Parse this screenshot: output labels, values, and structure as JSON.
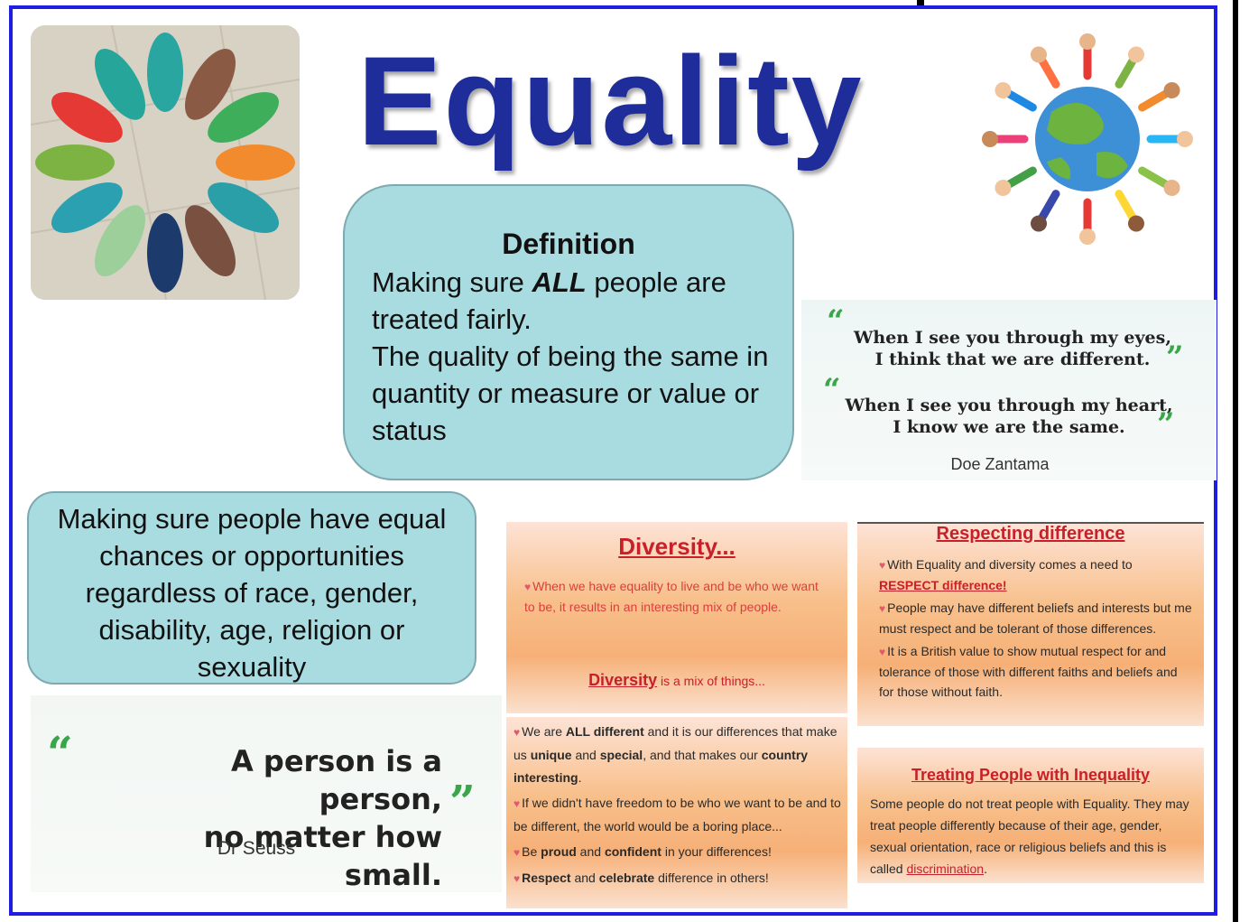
{
  "title": "Equality",
  "definition": {
    "heading": "Definition",
    "line1_a": "Making sure ",
    "line1_em": "ALL",
    "line1_b": " people are treated fairly.",
    "line2": "The quality of being the same in quantity or measure or value or status"
  },
  "opportunities": {
    "text": "Making sure people have equal chances or opportunities regardless of race, gender, disability, age, religion or sexuality"
  },
  "quote_zantama": {
    "line1a": "When I see you through my eyes,",
    "line1b": "I think that we are different.",
    "line2a": "When I see you through my heart,",
    "line2b": "I know we are the same.",
    "author": "Doe Zantama",
    "open_mark": "“",
    "close_mark": "”"
  },
  "quote_seuss": {
    "line1": "A person is a person,",
    "line2": "no matter how small.",
    "author": "Dr Seuss",
    "open_mark": "“",
    "close_mark": "”"
  },
  "diversity_top": {
    "heading": "Diversity...",
    "bullet1": "When we have equality to live and be who we want to be, it results in an interesting mix of people.",
    "sub_heading": "Diversity",
    "sub_text": " is a mix of things..."
  },
  "diversity_bottom": {
    "b1_a": "We are ",
    "b1_b": "ALL different",
    "b1_c": " and it is our differences that make us ",
    "b1_d": "unique",
    "b1_e": " and ",
    "b1_f": "special",
    "b1_g": ", and that makes our ",
    "b1_h": "country interesting",
    "b1_i": ".",
    "b2": "If we didn't have freedom to be who we want to be and to be different, the world would be a boring place...",
    "b3_a": "Be ",
    "b3_b": "proud",
    "b3_c": " and ",
    "b3_d": "confident",
    "b3_e": " in your differences!",
    "b4_a": "Respect",
    "b4_b": " and ",
    "b4_c": "celebrate",
    "b4_d": " difference in others!"
  },
  "respecting": {
    "heading": "Respecting difference",
    "b1_a": "With Equality and diversity comes a need to ",
    "b1_b": "RESPECT difference!",
    "b2": "People may have different beliefs and interests but me must respect and be tolerant of those differences.",
    "b3": "It is a British value to show mutual respect for and tolerance of those with different faiths and beliefs and for those without faith."
  },
  "inequality": {
    "heading": "Treating People with Inequality",
    "text_a": "Some people do not treat people with Equality. They may treat people differently because of their age, gender, sexual orientation, race or religious beliefs and this is called ",
    "text_b": "discrimination",
    "text_c": "."
  },
  "colors": {
    "frame": "#1d1ee0",
    "title": "#1f2d9b",
    "box_fill": "#a9dce0",
    "panel_red": "#c8202b",
    "quote_green": "#3aa64a"
  }
}
